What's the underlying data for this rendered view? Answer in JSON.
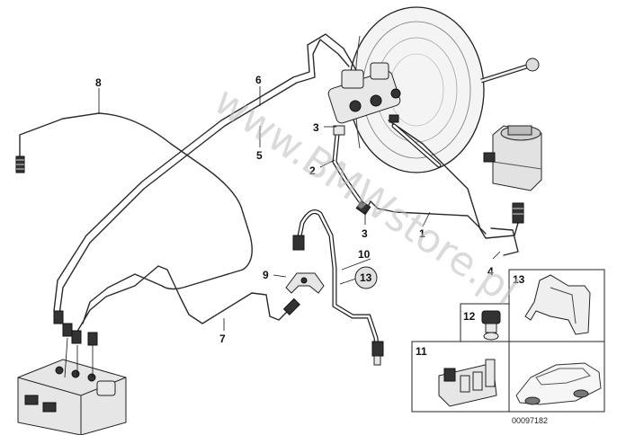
{
  "callouts": {
    "c1": "1",
    "c2": "2",
    "c3a": "3",
    "c3b": "3",
    "c4": "4",
    "c5": "5",
    "c6": "6",
    "c7": "7",
    "c8": "8",
    "c9": "9",
    "c10": "10",
    "c13": "13"
  },
  "insets": {
    "i11": "11",
    "i12": "12",
    "i13": "13"
  },
  "watermark": "www.BMWstore.pl",
  "drawing_code": "00097182"
}
